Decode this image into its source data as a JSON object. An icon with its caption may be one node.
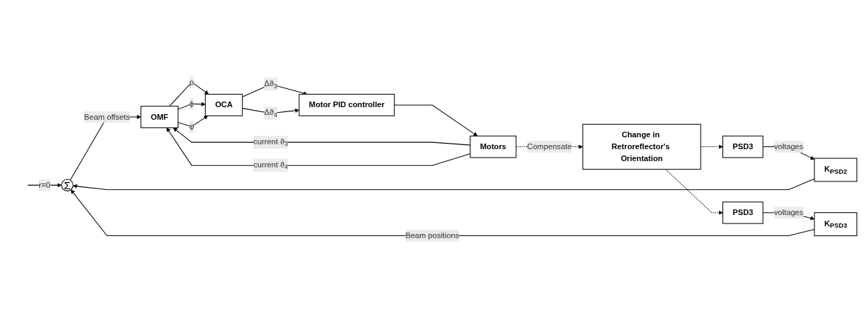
{
  "diagram": {
    "nodes": [
      {
        "text": [
          "Σ"
        ]
      },
      {
        "text": [
          "K$_{PSD2}$"
        ]
      },
      {
        "text": [
          "PSD3"
        ]
      },
      {
        "text": [
          "OMF"
        ]
      },
      {
        "text": [
          "OCA"
        ]
      },
      {
        "text": [
          "Motor PID controller"
        ]
      },
      {
        "text": [
          "Motors"
        ]
      },
      {
        "text": [
          "Change in Retroreflector's Orientation"
        ]
      },
      {
        "text": [
          "K$_{PSD3}$"
        ]
      },
      {
        "text": [
          "PSD3"
        ]
      }
    ],
    "edges": [
      {
        "from": null,
        "to": 0,
        "arrow": "to",
        "label": "r=0"
      },
      {
        "from": 1,
        "to": 0,
        "arrow": "to"
      },
      {
        "from": 2,
        "to": 1,
        "arrow": "to",
        "label": "voltages"
      },
      {
        "from": 0,
        "to": 3,
        "arrow": "to",
        "label": "Beam offsets"
      },
      {
        "from": 3,
        "to": 4,
        "arrow": "to",
        "label": "ρ"
      },
      {
        "from": 3,
        "to": 4,
        "arrow": "to",
        "label": "ϕ"
      },
      {
        "from": 3,
        "to": 4,
        "arrow": "to",
        "label": "φ"
      },
      {
        "from": 4,
        "to": 5,
        "arrow": "to",
        "label": "Δϑ$_{3}$"
      },
      {
        "from": 4,
        "to": 5,
        "arrow": "to",
        "label": "Δϑ$_{4}$"
      },
      {
        "from": 5,
        "to": 6,
        "arrow": "to"
      },
      {
        "from": 6,
        "to": 3,
        "arrow": "to",
        "label": "current ϑ$_{3}$"
      },
      {
        "from": 6,
        "to": 3,
        "arrow": "to",
        "label": "current ϑ$_{4}$"
      },
      {
        "from": 6,
        "to": 7,
        "arrow": "to",
        "label": "Compensate",
        "style": "dashed"
      },
      {
        "from": 7,
        "to": 2,
        "arrow": "to",
        "style": "dashed"
      },
      {
        "from": 7,
        "to": 9,
        "arrow": "to",
        "style": "dashed"
      },
      {
        "from": 9,
        "to": 8,
        "arrow": "to",
        "label": "voltages"
      },
      {
        "from": 8,
        "to": 0,
        "arrow": "to",
        "label": "Beam positions"
      }
    ]
  }
}
